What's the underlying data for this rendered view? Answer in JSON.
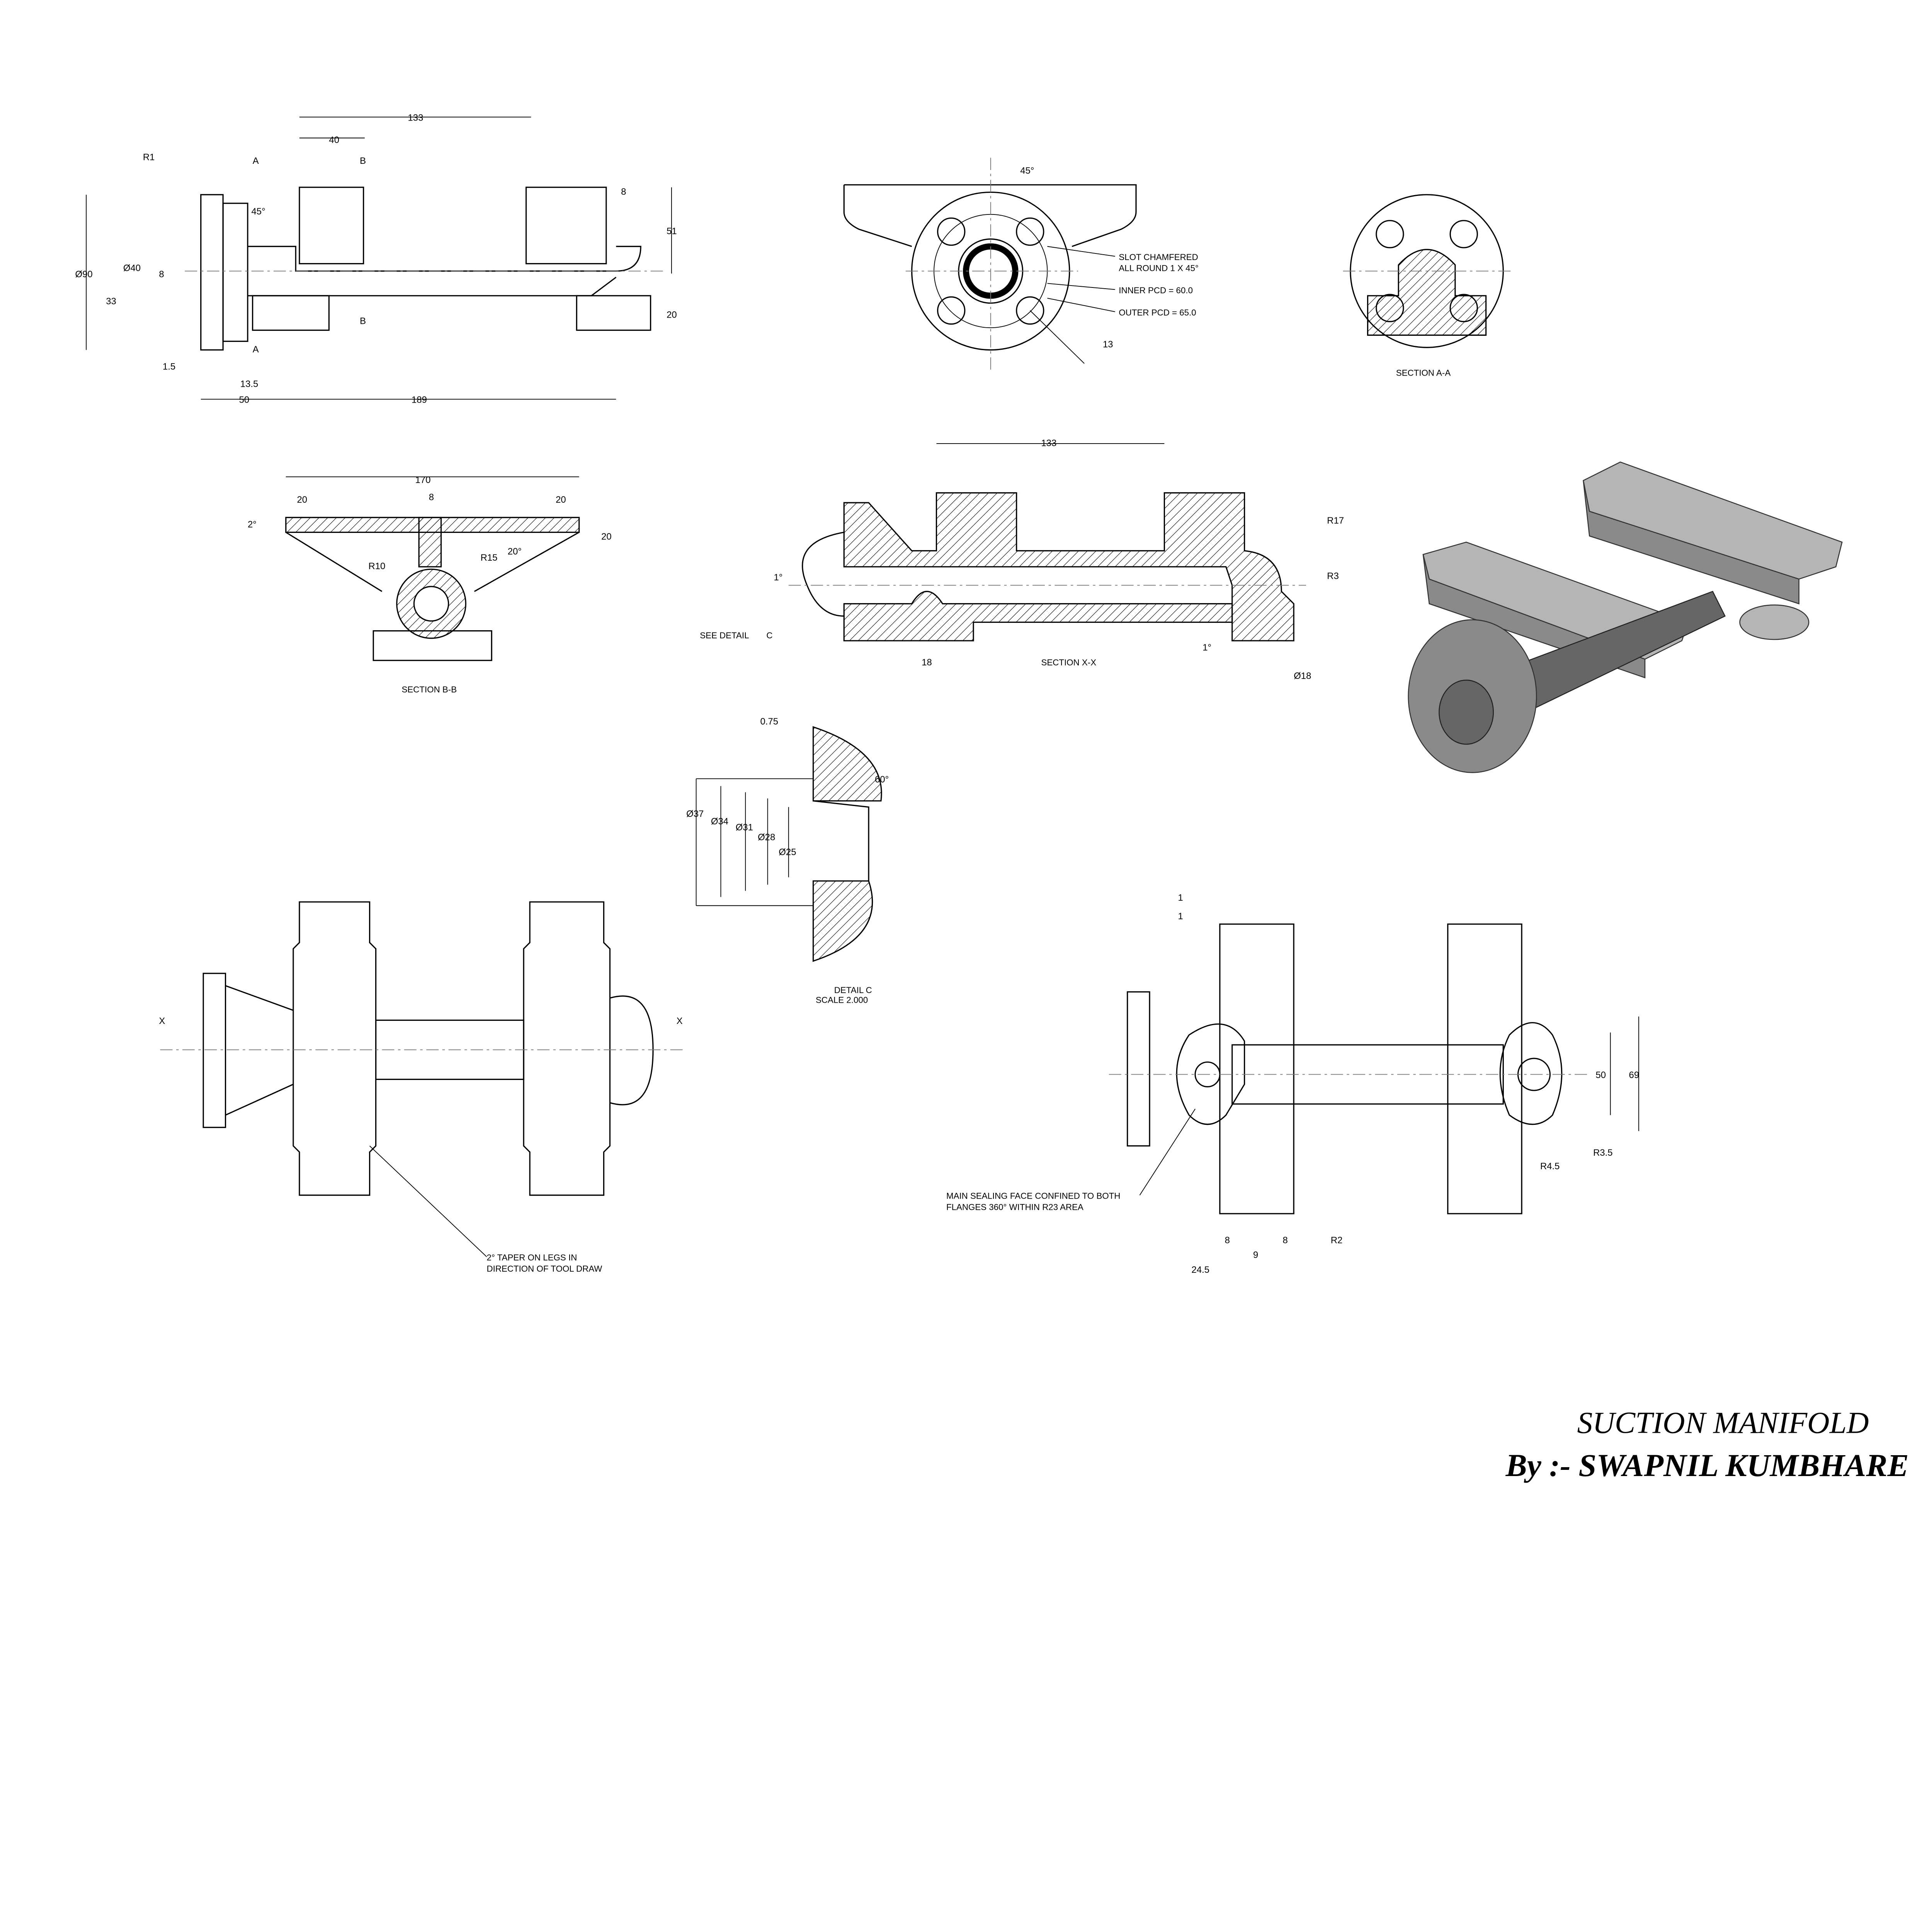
{
  "title_block": {
    "title": "SUCTION MANIFOLD",
    "author": "By :- SWAPNIL KUMBHARE"
  },
  "front_view": {
    "dims": [
      "133",
      "40",
      "A",
      "B",
      "R1",
      "45°",
      "8",
      "51",
      "Ø90",
      "Ø40",
      "8",
      "33",
      "20",
      "B",
      "A",
      "1.5",
      "13.5",
      "50",
      "189"
    ]
  },
  "flange_view": {
    "angle": "45°",
    "slot_note_1": "SLOT CHAMFERED",
    "slot_note_2": "ALL ROUND 1 X 45°",
    "inner_pcd": "INNER PCD = 60.0",
    "outer_pcd": "OUTER PCD = 65.0",
    "dim_13": "13"
  },
  "section_aa": {
    "label": "SECTION  A-A"
  },
  "section_bb": {
    "label": "SECTION  B-B",
    "dims": [
      "170",
      "20",
      "8",
      "20",
      "2°",
      "20",
      "20°",
      "R10",
      "R15"
    ]
  },
  "section_xx": {
    "label": "SECTION  X-X",
    "dims": [
      "133",
      "R17",
      "R3",
      "1°",
      "18",
      "1°",
      "Ø18"
    ],
    "see_detail": "SEE DETAIL",
    "detail_ref": "C"
  },
  "detail_c": {
    "label": "DETAIL  C",
    "scale": "SCALE   2.000",
    "dims": [
      "0.75",
      "60°",
      "Ø37",
      "Ø34",
      "Ø31",
      "Ø28",
      "Ø25"
    ]
  },
  "top_view": {
    "section_mark_left": "X",
    "section_mark_right": "X",
    "taper_note_1": "2° TAPER ON LEGS IN",
    "taper_note_2": "DIRECTION OF TOOL DRAW"
  },
  "bottom_view": {
    "dims": [
      "1",
      "1",
      "50",
      "69",
      "R3.5",
      "R4.5",
      "8",
      "8",
      "R2",
      "9",
      "24.5"
    ],
    "sealing_note_1": "MAIN SEALING FACE CONFINED TO BOTH",
    "sealing_note_2": "FLANGES 360° WITHIN R23 AREA"
  }
}
